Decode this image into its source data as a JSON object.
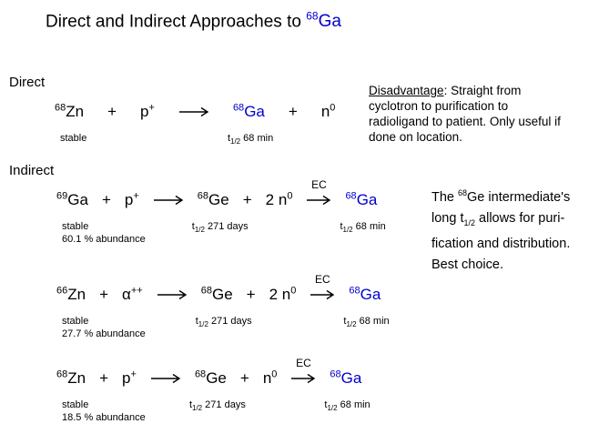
{
  "colors": {
    "accent_blue": "#0000CC",
    "text": "#000000",
    "background": "#FFFFFF"
  },
  "title": {
    "text": "Direct and Indirect Approaches to ",
    "nuclide_mass": "68",
    "nuclide_symbol": "Ga"
  },
  "direct": {
    "heading": "Direct",
    "reaction": {
      "reactant_mass": "68",
      "reactant_symbol": "Zn",
      "reactant_note": "stable",
      "plus1": "+",
      "particle_base": "p",
      "particle_sup": "+",
      "product_mass": "68",
      "product_symbol": "Ga",
      "product_halflife_pre": "t",
      "product_halflife_sub": "1/2",
      "product_halflife_post": " 68 min",
      "plus2": "+",
      "neutron_base": "n",
      "neutron_sup": "0"
    },
    "disadvantage": {
      "lead": "Disadvantage",
      "line1_rest": ": Straight from",
      "line2": "cyclotron to purification to",
      "line3": "radioligand to patient. Only useful if",
      "line4": "done on location."
    }
  },
  "indirect": {
    "heading": "Indirect",
    "rows": [
      {
        "reactant_mass": "69",
        "reactant_symbol": "Ga",
        "note_stable": "stable",
        "note_abundance": "60.1 % abundance",
        "plus1": "+",
        "particle_base": "p",
        "particle_sup": "+",
        "intermediate_mass": "68",
        "intermediate_symbol": "Ge",
        "intermediate_halflife_pre": "t",
        "intermediate_halflife_sub": "1/2",
        "intermediate_halflife_post": " 271 days",
        "plus2": "+",
        "neutron_coeff": "2 ",
        "neutron_base": "n",
        "neutron_sup": "0",
        "ec_label": "EC",
        "product_mass": "68",
        "product_symbol": "Ga",
        "product_halflife_pre": "t",
        "product_halflife_sub": "1/2",
        "product_halflife_post": " 68 min"
      },
      {
        "reactant_mass": "66",
        "reactant_symbol": "Zn",
        "note_stable": "stable",
        "note_abundance": "27.7 % abundance",
        "plus1": "+",
        "particle_base": "α",
        "particle_sup": "++",
        "intermediate_mass": "68",
        "intermediate_symbol": "Ge",
        "intermediate_halflife_pre": "t",
        "intermediate_halflife_sub": "1/2",
        "intermediate_halflife_post": " 271 days",
        "plus2": "+",
        "neutron_coeff": "2 ",
        "neutron_base": "n",
        "neutron_sup": "0",
        "ec_label": "EC",
        "product_mass": "68",
        "product_symbol": "Ga",
        "product_halflife_pre": "t",
        "product_halflife_sub": "1/2",
        "product_halflife_post": " 68 min"
      },
      {
        "reactant_mass": "68",
        "reactant_symbol": "Zn",
        "note_stable": "stable",
        "note_abundance": "18.5 % abundance",
        "plus1": "+",
        "particle_base": "p",
        "particle_sup": "+",
        "intermediate_mass": "68",
        "intermediate_symbol": "Ge",
        "intermediate_halflife_pre": "t",
        "intermediate_halflife_sub": "1/2",
        "intermediate_halflife_post": " 271 days",
        "plus2": "+",
        "neutron_coeff": "",
        "neutron_base": "n",
        "neutron_sup": "0",
        "ec_label": "EC",
        "product_mass": "68",
        "product_symbol": "Ga",
        "product_halflife_pre": "t",
        "product_halflife_sub": "1/2",
        "product_halflife_post": " 68 min"
      }
    ],
    "side_note": {
      "line1_a": "The ",
      "line1_sup": "68",
      "line1_b": "Ge intermediate's",
      "line2_a": "long t",
      "line2_sub": "1/2",
      "line2_b": " allows for puri-",
      "line3": "fication and distribution.",
      "line4": "Best choice."
    }
  }
}
